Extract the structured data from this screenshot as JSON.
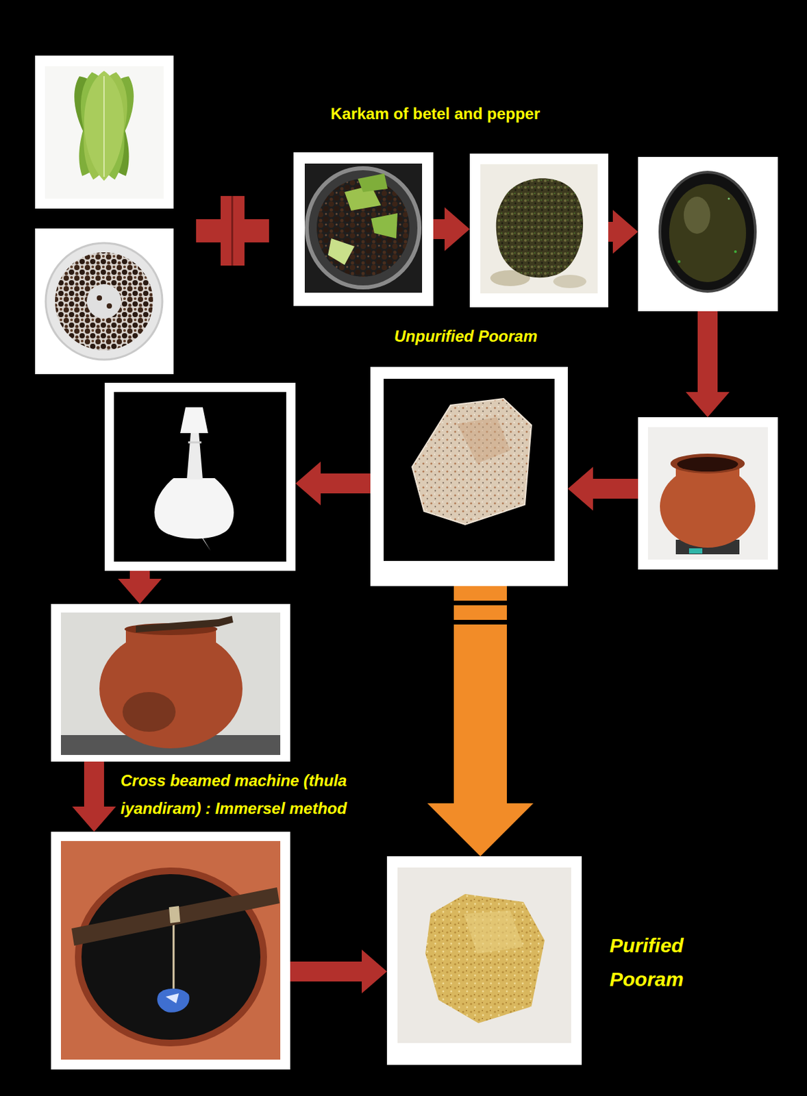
{
  "diagram": {
    "nodes": [
      {
        "text": []
      },
      {
        "text": []
      },
      {
        "text": []
      },
      {
        "text": [
          "Karkam of betel and pepper"
        ]
      },
      {
        "text": []
      },
      {
        "text": []
      },
      {
        "text": [
          "Unpurified Pooram"
        ]
      },
      {
        "text": []
      },
      {
        "text": []
      },
      {
        "text": [
          "Cross beamed machine (thula iyandiram) : Immersel method"
        ]
      },
      {
        "text": [
          "Purified Pooram"
        ]
      }
    ],
    "edges": [
      {
        "from": 2,
        "to": 3,
        "arrow": "to"
      },
      {
        "from": 3,
        "to": 4,
        "arrow": "to"
      },
      {
        "from": 4,
        "to": 5,
        "arrow": "to"
      },
      {
        "from": 5,
        "to": 6,
        "arrow": "to"
      },
      {
        "from": 6,
        "to": 7,
        "arrow": "to"
      },
      {
        "from": 7,
        "to": 8,
        "arrow": "to"
      },
      {
        "from": 8,
        "to": 9,
        "arrow": "to"
      },
      {
        "from": 9,
        "to": 10,
        "arrow": "to"
      },
      {
        "from": 6,
        "to": 10,
        "arrow": "to"
      }
    ]
  }
}
